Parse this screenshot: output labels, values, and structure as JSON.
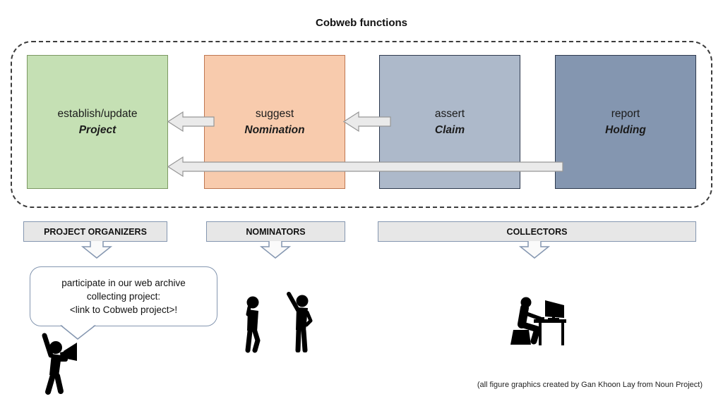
{
  "title": "Cobweb functions",
  "diagram": {
    "function_boxes": [
      {
        "action": "establish/update",
        "object": "Project",
        "fill": "#c5e0b4",
        "border": "#7c9862"
      },
      {
        "action": "suggest",
        "object": "Nomination",
        "fill": "#f8cbad",
        "border": "#be7752"
      },
      {
        "action": "assert",
        "object": "Claim",
        "fill": "#adb9ca",
        "border": "#2e3a4e"
      },
      {
        "action": "report",
        "object": "Holding",
        "fill": "#8496b0",
        "border": "#2e3a4e"
      }
    ],
    "arrows": {
      "fill": "#eaeaea",
      "stroke": "#969696",
      "flows": [
        "Nomination to Project",
        "Claim to Nomination",
        "Holding to Project"
      ]
    },
    "roles": [
      {
        "label": "PROJECT ORGANIZERS",
        "icon": "announcer-with-megaphone-icon"
      },
      {
        "label": "NOMINATORS",
        "icon": "thinking-person-icon / raised-hand-person-icon"
      },
      {
        "label": "COLLECTORS",
        "icon": "person-at-computer-desk-icon"
      }
    ],
    "role_box_colors": {
      "fill": "#e7e7e7",
      "border": "#8496b0"
    },
    "speech_bubble": {
      "line1": "participate in our web archive",
      "line2": "collecting project:",
      "line3": "<link to Cobweb project>!",
      "border": "#8496b0"
    },
    "credit": "(all figure graphics created by Gan Khoon Lay from Noun Project)"
  }
}
